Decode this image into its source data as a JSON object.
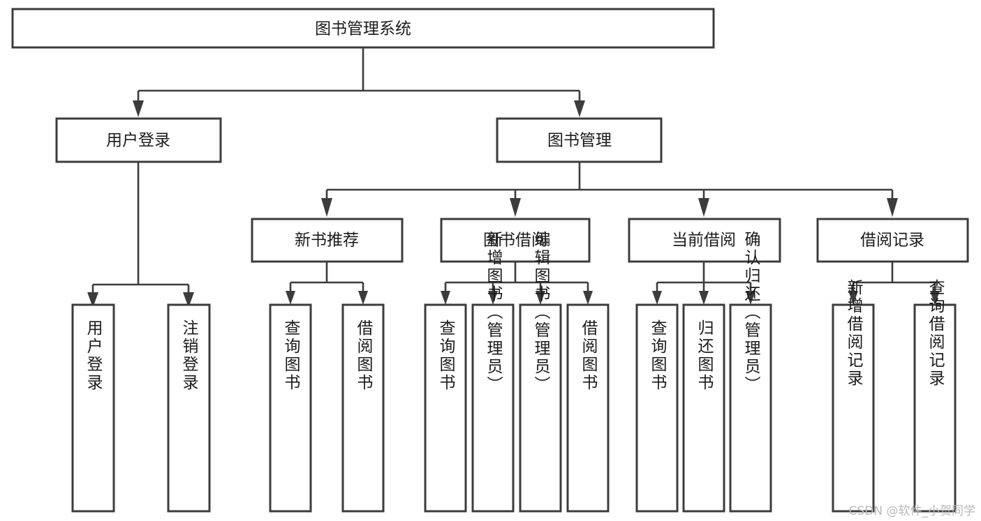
{
  "diagram": {
    "title": "图书管理系统",
    "type": "tree-hierarchy-diagram",
    "watermark": "CSDN @软件_小贺同学",
    "colors": {
      "box_stroke": "#3c3c3c",
      "box_fill": "#ffffff",
      "connector": "#3c3c3c",
      "text": "#1b1b1b",
      "background": "#ffffff",
      "watermark": "#b9b9b9"
    },
    "root": {
      "label": "图书管理系统"
    },
    "level2": [
      {
        "label": "用户登录"
      },
      {
        "label": "图书管理"
      }
    ],
    "level3": [
      {
        "label": "新书推荐"
      },
      {
        "label": "图书借阅"
      },
      {
        "label": "当前借阅"
      },
      {
        "label": "借阅记录"
      }
    ],
    "leaves": {
      "user_login": [
        {
          "label": "用户登录"
        },
        {
          "label": "注销登录"
        }
      ],
      "new_book_recommend": [
        {
          "label": "查询图书"
        },
        {
          "label": "借阅图书"
        }
      ],
      "book_borrow": [
        {
          "label": "查询图书"
        },
        {
          "label": "新增图书（管理员）"
        },
        {
          "label": "编辑图书（管理员）"
        },
        {
          "label": "借阅图书"
        }
      ],
      "current_borrow": [
        {
          "label": "查询图书"
        },
        {
          "label": "归还图书"
        },
        {
          "label": "确认归还（管理员）"
        }
      ],
      "borrow_record": [
        {
          "label": "新增借阅记录"
        },
        {
          "label": "查询借阅记录"
        }
      ]
    }
  }
}
